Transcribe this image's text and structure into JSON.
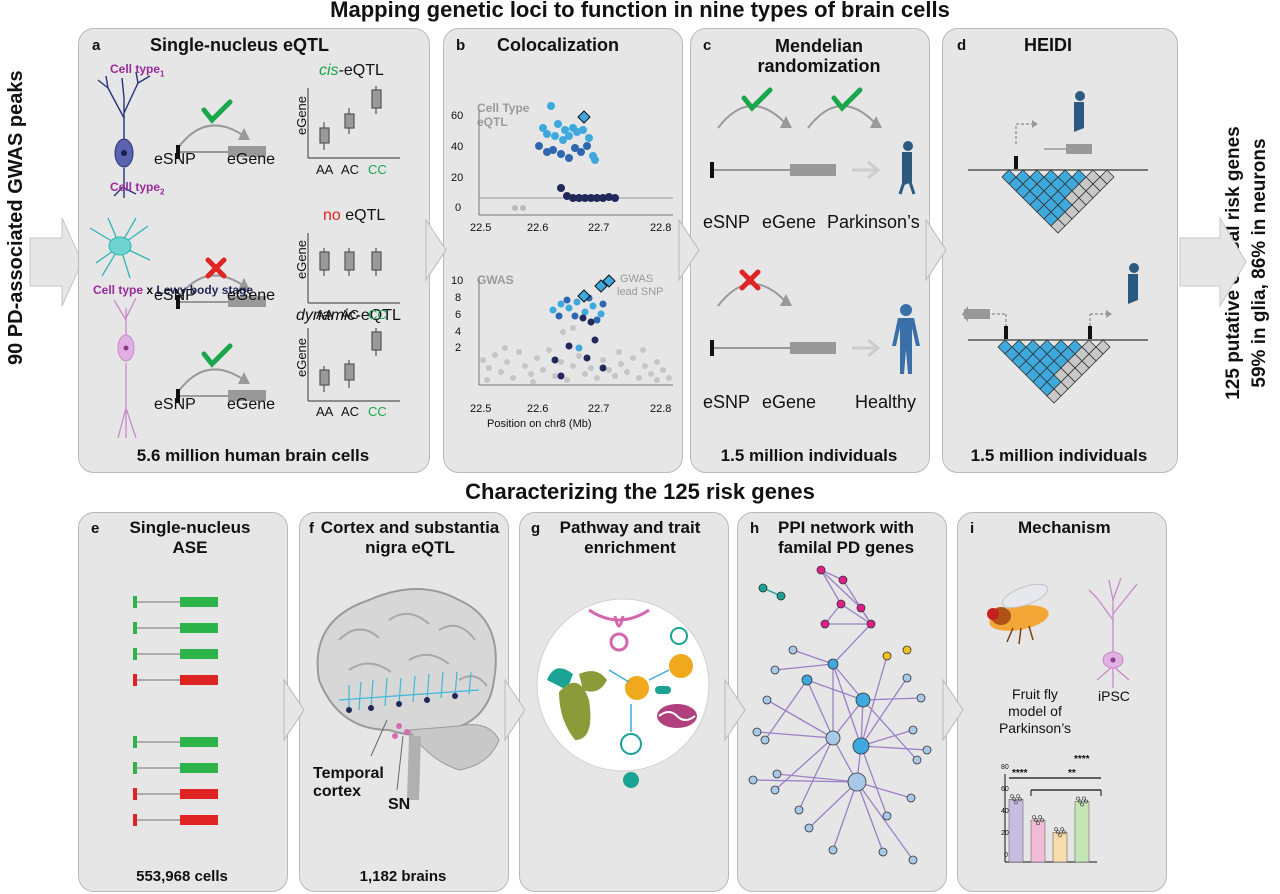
{
  "top_title": "Mapping genetic loci to function in nine types of brain cells",
  "mid_title": "Characterizing the 125 risk genes",
  "left_label": "90 PD-associated GWAS peaks",
  "right_label_1": "125 putative causal risk genes",
  "right_label_2": "59% in glia, 86% in neurons",
  "colors": {
    "panel_bg": "#e6e6e6",
    "green_check": "#1aa64b",
    "red_x": "#e02323",
    "light_blue": "#3fa9dd",
    "navy": "#22285a",
    "purple": "#8e3ea0",
    "magenta_text": "#9b2a9b"
  },
  "panel_a": {
    "letter": "a",
    "title": "Single-nucleus eQTL",
    "cell_type_1": "Cell type",
    "cell_type_1_sub": "1",
    "cell_type_2": "Cell type",
    "cell_type_2_sub": "2",
    "lewy_label_a": "Cell type",
    "lewy_label_x": " x ",
    "lewy_label_b": "Lewy body stage",
    "row1_label_a": "cis",
    "row1_label_b": "-eQTL",
    "row2_label_a": "no",
    "row2_label_b": " eQTL",
    "row3_label_a": "dynamic",
    "row3_label_b": "-eQTL",
    "esnp": "eSNP",
    "egene": "eGene",
    "y_label": "eGene",
    "genotypes": [
      "AA",
      "AC",
      "CC"
    ],
    "footer": "5.6 million human brain cells"
  },
  "panel_b": {
    "letter": "b",
    "title": "Colocalization",
    "top_label_1": "Cell Type",
    "top_label_2": "eQTL",
    "top_y_ticks": [
      "60",
      "40",
      "20",
      "0"
    ],
    "bottom_label": "GWAS",
    "bottom_y_ticks": [
      "10",
      "8",
      "6",
      "4",
      "2"
    ],
    "x_ticks": [
      "22.5",
      "22.6",
      "22.7",
      "22.8"
    ],
    "x_axis_label": "Position on chr8 (Mb)",
    "legend_1": "GWAS",
    "legend_2": "lead SNP"
  },
  "panel_c": {
    "letter": "c",
    "title_1": "Mendelian",
    "title_2": "randomization",
    "esnp": "eSNP",
    "egene": "eGene",
    "outcome_1": "Parkinson’s",
    "outcome_2": "Healthy",
    "footer": "1.5 million individuals"
  },
  "panel_d": {
    "letter": "d",
    "title": "HEIDI",
    "footer": "1.5 million individuals"
  },
  "panel_e": {
    "letter": "e",
    "title_1": "Single-nucleus",
    "title_2": "ASE",
    "footer": "553,968 cells"
  },
  "panel_f": {
    "letter": "f",
    "title_1": "Cortex and substantia",
    "title_2": "nigra eQTL",
    "label_cortex_1": "Temporal",
    "label_cortex_2": "cortex",
    "label_sn": "SN",
    "footer": "1,182 brains"
  },
  "panel_g": {
    "letter": "g",
    "title_1": "Pathway and trait",
    "title_2": "enrichment"
  },
  "panel_h": {
    "letter": "h",
    "title_1": "PPI network with",
    "title_2": "familal PD genes"
  },
  "panel_i": {
    "letter": "i",
    "title": "Mechanism",
    "fly_1": "Fruit fly",
    "fly_2": "model of",
    "fly_3": "Parkinson’s",
    "ipsc": "iPSC",
    "y_ticks": [
      "80",
      "60",
      "40",
      "20",
      "0"
    ],
    "sig_1": "****",
    "sig_2": "**",
    "sig_3": "****"
  },
  "chart_data": {
    "type": "bar",
    "categories": [
      "",
      "",
      "",
      ""
    ],
    "values": [
      57,
      38,
      27,
      55
    ],
    "ylim": [
      0,
      80
    ]
  }
}
